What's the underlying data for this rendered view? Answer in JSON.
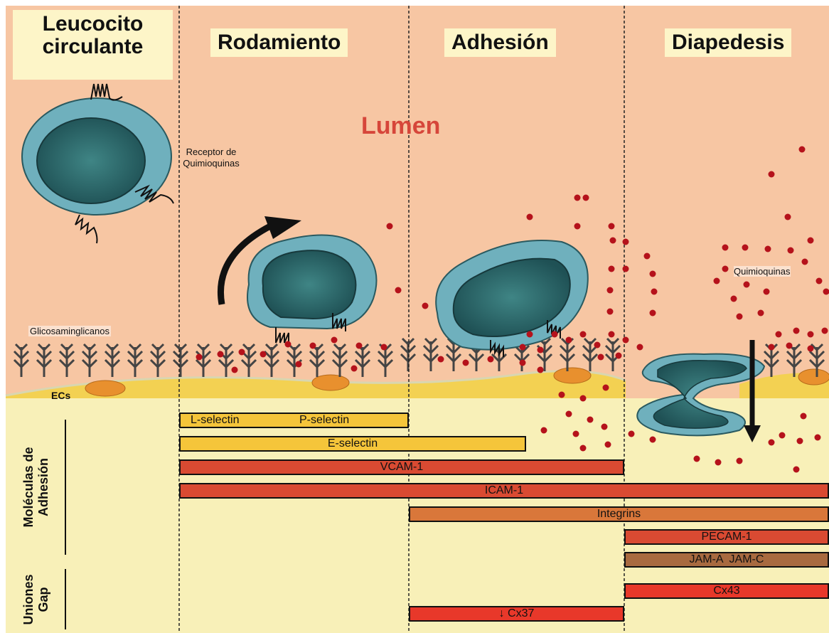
{
  "stages": [
    {
      "label_line1": "Leucocito",
      "label_line2": "circulante"
    },
    {
      "label": "Rodamiento"
    },
    {
      "label": "Adhesión"
    },
    {
      "label": "Diapedesis"
    }
  ],
  "lumen_label": "Lumen",
  "annotations": {
    "chemokine_receptor_line1": "Receptor de",
    "chemokine_receptor_line2": "Quimioquinas",
    "glycosaminoglycans": "Glicosaminglicanos",
    "ecs": "ECs",
    "chemokines": "Quimioquinas"
  },
  "side_labels": {
    "adhesion_line1": "Moléculas de",
    "adhesion_line2": "Adhesión",
    "gap_line1": "Uniones",
    "gap_line2": "Gap"
  },
  "bars": [
    {
      "id": "l-selectin",
      "label": "L-selectin",
      "color": "#f5c53a"
    },
    {
      "id": "p-selectin",
      "label": "P-selectin",
      "color": "#f5c53a"
    },
    {
      "id": "e-selectin",
      "label": "E-selectin",
      "color": "#f5c53a"
    },
    {
      "id": "vcam-1",
      "label": "VCAM-1",
      "color": "#d94a32"
    },
    {
      "id": "icam-1",
      "label": "ICAM-1",
      "color": "#d94a32"
    },
    {
      "id": "integrins",
      "label": "Integrins",
      "color": "#d9773a"
    },
    {
      "id": "pecam-1",
      "label": "PECAM-1",
      "color": "#d94a32"
    },
    {
      "id": "jam",
      "label": "JAM-A  JAM-C",
      "color": "#a86a40"
    },
    {
      "id": "cx43",
      "label": "Cx43",
      "color": "#e8382a"
    },
    {
      "id": "cx37",
      "label": "↓ Cx37",
      "color": "#e8382a"
    }
  ],
  "colors": {
    "lumen": "#f7c6a3",
    "tissue": "#f8f0b8",
    "cell_outer": "#6fb0bd",
    "cell_nucleus": "#2c6669",
    "chemokine_dot": "#b5121b",
    "endothelium": "#f3d152",
    "nucleus_ec": "#e8902e"
  }
}
